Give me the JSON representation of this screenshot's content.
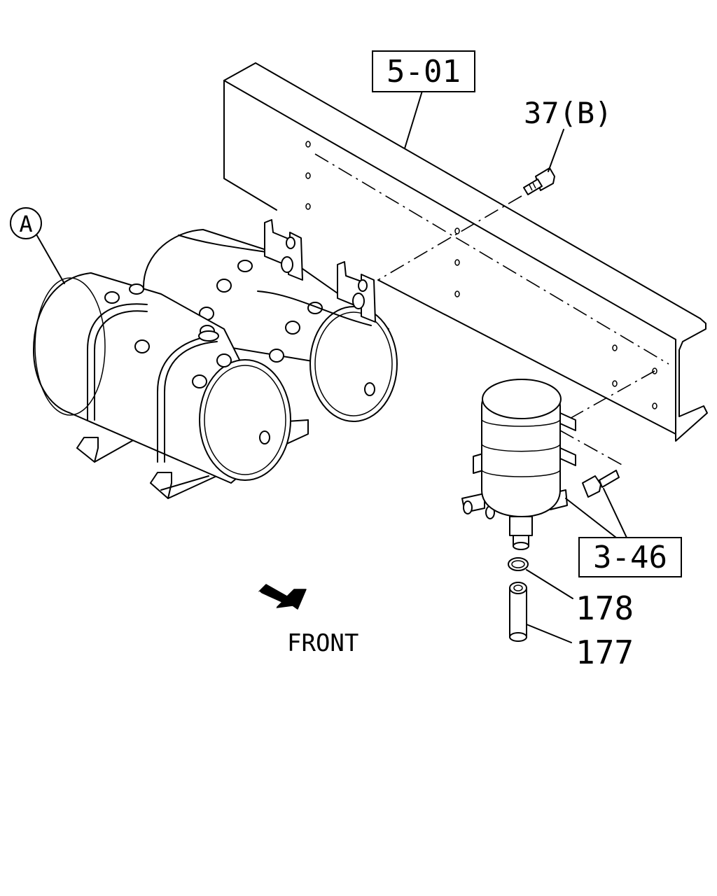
{
  "labels": {
    "ref_frame": "5-01",
    "bolt": "37(B)",
    "tank_callout": "A",
    "ref_dryer": "3-46",
    "clamp": "178",
    "hose": "177",
    "direction": "FRONT"
  }
}
